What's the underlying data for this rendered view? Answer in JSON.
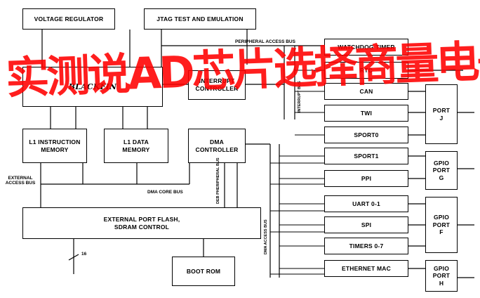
{
  "blocks": {
    "voltage_regulator": "VOLTAGE REGULATOR",
    "jtag": "JTAG TEST AND EMULATION",
    "core_logo": "BLACKFIN",
    "interrupt": "INTERRUPT CONTROLLER",
    "l1_instruction": "L1 INSTRUCTION MEMORY",
    "l1_data": "L1 DATA MEMORY",
    "dma_controller": "DMA CONTROLLER",
    "external_port": "EXTERNAL PORT FLASH, SDRAM CONTROL",
    "boot_rom": "BOOT ROM"
  },
  "peripherals": [
    "WATCHDOG TIMER",
    "RTC",
    "CAN",
    "TWI",
    "SPORT0",
    "SPORT1",
    "PPI",
    "UART 0-1",
    "SPI",
    "TIMERS 0-7",
    "ETHERNET MAC"
  ],
  "gpio_ports": [
    {
      "line1": "PORT",
      "line2": "J"
    },
    {
      "line1": "GPIO",
      "line2": "PORT",
      "line3": "G"
    },
    {
      "line1": "GPIO",
      "line2": "PORT",
      "line3": "F"
    },
    {
      "line1": "GPIO",
      "line2": "PORT",
      "line3": "H"
    }
  ],
  "bus_labels": {
    "peripheral_access_bus": "PERIPHERAL ACCESS BUS",
    "external_access_bus": "EXTERNAL ACCESS BUS",
    "dma_core_bus": "DMA CORE BUS",
    "dma_ext_bus": "DEB PHERIPHERAL BUS",
    "dma_access_bus": "DMA ACCESS BUS",
    "interrupt_bus": "INTERRUPT BUS",
    "bus_width": "16"
  },
  "watermark": "实测说AD芯片选择商量电子"
}
